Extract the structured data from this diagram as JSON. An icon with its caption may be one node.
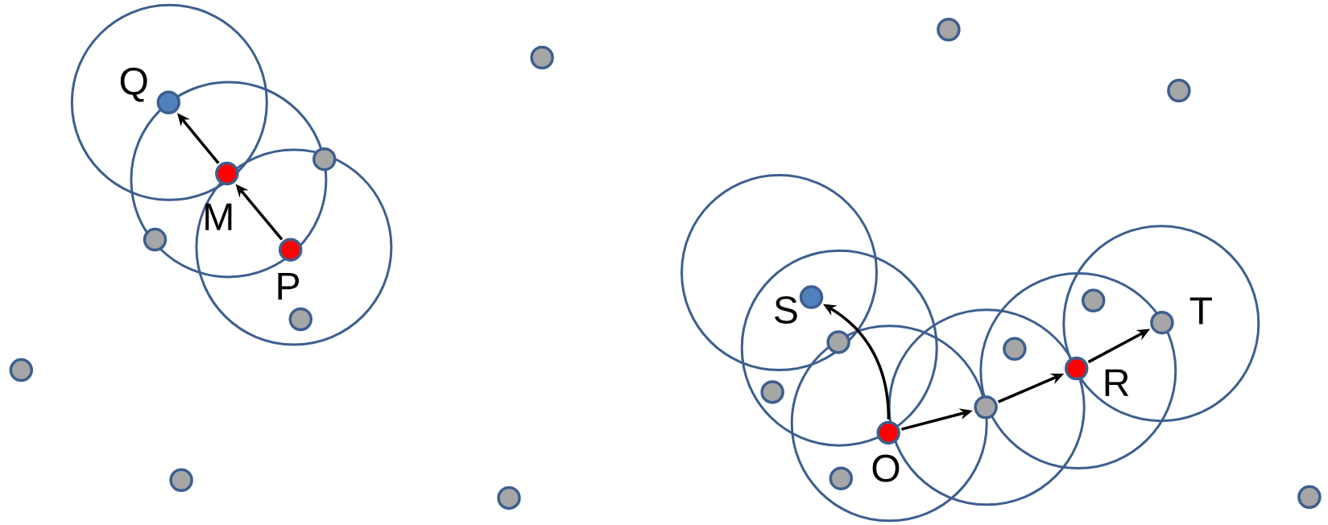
{
  "diagram": {
    "nodes": [
      {
        "text": [],
        "shape": "circle"
      },
      {
        "text": [],
        "shape": "circle"
      },
      {
        "text": [],
        "shape": "circle",
        "beside": [
          "Q"
        ]
      },
      {
        "text": [],
        "shape": "circle"
      },
      {
        "text": [],
        "shape": "circle",
        "beside": [
          "M"
        ]
      },
      {
        "text": [],
        "shape": "circle",
        "beside": [
          "P"
        ]
      },
      {
        "text": [],
        "shape": "circle"
      },
      {
        "text": [],
        "shape": "circle"
      },
      {
        "text": [],
        "shape": "circle"
      },
      {
        "text": [],
        "shape": "circle"
      },
      {
        "text": [],
        "shape": "circle"
      },
      {
        "text": [],
        "shape": "circle",
        "beside": [
          "S"
        ]
      },
      {
        "text": [],
        "shape": "circle"
      },
      {
        "text": [],
        "shape": "circle"
      },
      {
        "text": [],
        "shape": "circle",
        "beside": [
          "O"
        ]
      },
      {
        "text": [],
        "shape": "circle"
      },
      {
        "text": [],
        "shape": "circle"
      },
      {
        "text": [],
        "shape": "circle"
      },
      {
        "text": [],
        "shape": "circle",
        "beside": [
          "R"
        ]
      },
      {
        "text": [],
        "shape": "circle"
      },
      {
        "text": [],
        "shape": "circle",
        "beside": [
          "T"
        ]
      },
      {
        "text": [],
        "shape": "circle"
      },
      {
        "text": [],
        "shape": "circle"
      }
    ],
    "edges": [
      {
        "from": 4,
        "to": 2,
        "arrow": "to"
      },
      {
        "from": 5,
        "to": 4,
        "arrow": "to"
      },
      {
        "from": 14,
        "to": 11,
        "arrow": "to"
      },
      {
        "from": 14,
        "to": 16,
        "arrow": "to"
      },
      {
        "from": 16,
        "to": 18,
        "arrow": "to"
      },
      {
        "from": 18,
        "to": 20,
        "arrow": "to"
      }
    ]
  }
}
